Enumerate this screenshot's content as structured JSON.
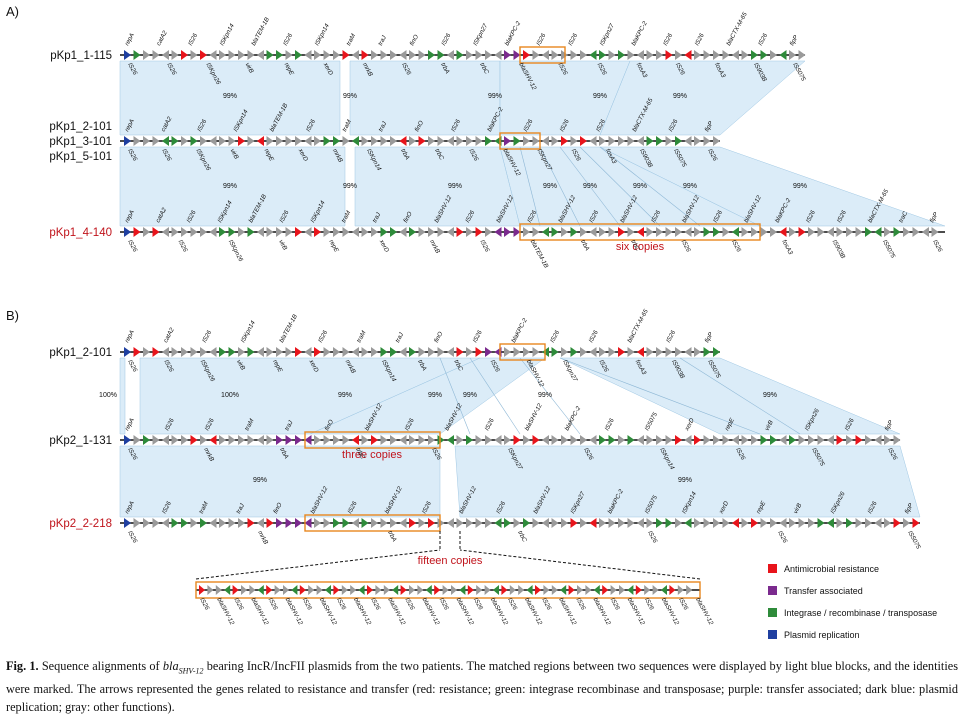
{
  "panels": {
    "a": {
      "letter": "A)",
      "tracks": [
        {
          "id": "a1",
          "names": [
            {
              "text": "pKp1_1-115",
              "red": false
            }
          ]
        },
        {
          "id": "a2",
          "names": [
            {
              "text": "pKp1_2-101",
              "red": false
            },
            {
              "text": "pKp1_3-101",
              "red": false
            },
            {
              "text": "pKp1_5-101",
              "red": false
            }
          ]
        },
        {
          "id": "a3",
          "names": [
            {
              "text": "pKp1_4-140",
              "red": true
            }
          ]
        }
      ],
      "identities": [
        "99%",
        "99%",
        "99%",
        "99%",
        "99%",
        "99%",
        "99%",
        "99%",
        "99%",
        "99%",
        "99%",
        "99%",
        "99%"
      ],
      "copies_label": "six copies",
      "gene_labels": {
        "a1_top": [
          "repA",
          "catA2",
          "IS26",
          "ISKpn14",
          "blaTEM-1B",
          "IS26",
          "ISKpn14",
          "traM",
          "traJ",
          "finO",
          "IS26",
          "ISKpn27",
          "blaKPC-2",
          "IS26",
          "IS26",
          "ISKpn27",
          "blaKPC-2",
          "IS26",
          "IS26",
          "blaCTX-M-65",
          "IS26",
          "fipP"
        ],
        "a1_bot": [
          "IS26",
          "IS26",
          "ISKpn26",
          "virB",
          "repE",
          "xerD",
          "mrkB",
          "IS26",
          "trbA",
          "trbC",
          "blaSHV-12",
          "IS26",
          "IS26",
          "fosA3",
          "IS26",
          "fosA3",
          "IS903B",
          "IS5075"
        ],
        "a2_top": [
          "repA",
          "catA2",
          "IS26",
          "ISKpn14",
          "blaTEM-1B",
          "IS26",
          "traM",
          "traJ",
          "finO",
          "IS26",
          "blaKPC-2",
          "IS26",
          "IS26",
          "IS26",
          "blaCTX-M-65",
          "IS26",
          "fipP"
        ],
        "a2_bot": [
          "IS26",
          "IS26",
          "ISKpn26",
          "virB",
          "repE",
          "xerD",
          "mrkB",
          "ISKpn14",
          "trbA",
          "trbC",
          "IS26",
          "blaSHV-12",
          "ISKpn27",
          "IS26",
          "fosA3",
          "IS903B",
          "IS5075",
          "IS26"
        ],
        "a3_top": [
          "repA",
          "catA2",
          "IS26",
          "ISKpn14",
          "blaTEM-1B",
          "IS26",
          "ISKpn14",
          "traM",
          "traJ",
          "finO",
          "blaSHV-12",
          "IS26",
          "blaSHV-12",
          "IS26",
          "blaSHV-12",
          "IS26",
          "blaSHV-12",
          "IS26",
          "blaSHV-12",
          "IS26",
          "blaSHV-12",
          "blaKPC-2",
          "IS26",
          "IS26",
          "blaCTX-M-65",
          "traC",
          "fipP"
        ],
        "a3_bot": [
          "IS26",
          "IS26",
          "ISKpn26",
          "virB",
          "repE",
          "xerD",
          "mrkB",
          "IS26",
          "blaTEM-1B",
          "trbA",
          "trbC",
          "IS26",
          "IS26",
          "fosA3",
          "IS903B",
          "IS5075",
          "IS26"
        ]
      }
    },
    "b": {
      "letter": "B)",
      "tracks": [
        {
          "id": "b1",
          "names": [
            {
              "text": "pKp1_2-101",
              "red": false
            }
          ]
        },
        {
          "id": "b2",
          "names": [
            {
              "text": "pKp2_1-131",
              "red": false
            }
          ]
        },
        {
          "id": "b3",
          "names": [
            {
              "text": "pKp2_2-218",
              "red": true
            }
          ]
        }
      ],
      "identities": [
        "100%",
        "100%",
        "99%",
        "99%",
        "99%",
        "99%",
        "99%",
        "99%",
        "99%"
      ],
      "copies_label_3": "three copies",
      "copies_label_15": "fifteen copies",
      "gene_labels": {
        "b1_top": [
          "repA",
          "catA2",
          "IS26",
          "ISKpn14",
          "blaTEM-1B",
          "IS26",
          "traM",
          "traJ",
          "finO",
          "IS26",
          "blaKPC-2",
          "IS26",
          "IS26",
          "blaCTX-M-65",
          "IS26",
          "fipP"
        ],
        "b1_bot": [
          "IS26",
          "IS26",
          "ISKpn26",
          "virB",
          "repE",
          "xerD",
          "mrkB",
          "ISKpn14",
          "trbA",
          "trbC",
          "IS26",
          "blaSHV-12",
          "ISKpn27",
          "IS26",
          "fosA3",
          "IS903B",
          "IS5075"
        ],
        "b2_top": [
          "repA",
          "IS26",
          "IS26",
          "traM",
          "traJ",
          "finO",
          "blaSHV-12",
          "IS26",
          "blaSHV-12",
          "IS26",
          "blaSHV-12",
          "blaKPC-2",
          "IS26",
          "IS5075",
          "xerD",
          "repE",
          "virB",
          "ISKpn26",
          "IS26",
          "fipP"
        ],
        "b2_bot": [
          "IS26",
          "mrkB",
          "trbA",
          "trbC",
          "IS26",
          "ISKpn27",
          "IS26",
          "ISKpn14",
          "IS26",
          "IS5075",
          "IS26"
        ],
        "b3_top": [
          "repA",
          "IS26",
          "traM",
          "traJ",
          "finO",
          "blaSHV-12",
          "IS26",
          "blaSHV-12",
          "IS26",
          "blaSHV-12",
          "IS26",
          "blaSHV-12",
          "ISKpn27",
          "blaKPC-2",
          "IS5075",
          "ISKpn14",
          "xerD",
          "repE",
          "virB",
          "ISKpn26",
          "IS26",
          "fipP"
        ],
        "b3_bot": [
          "IS26",
          "mrkB",
          "trbA",
          "trbC",
          "IS26",
          "IS26",
          "IS5075"
        ],
        "zoom_labels": [
          "IS26",
          "blaSHV-12",
          "IS26",
          "blaSHV-12",
          "IS26",
          "blaSHV-12",
          "IS26",
          "blaSHV-12",
          "IS26",
          "blaSHV-12",
          "IS26",
          "blaSHV-12",
          "IS26",
          "blaSHV-12",
          "IS26",
          "blaSHV-12",
          "IS26",
          "blaSHV-12",
          "IS26",
          "blaSHV-12",
          "IS26",
          "blaSHV-12",
          "IS26",
          "blaSHV-12",
          "IS26",
          "blaSHV-12",
          "IS26",
          "blaSHV-12",
          "IS26",
          "blaSHV-12"
        ]
      }
    }
  },
  "legend": [
    {
      "label": "Antimicrobial resistance",
      "color": "#e8141b"
    },
    {
      "label": "Transfer associated",
      "color": "#7b2a8e"
    },
    {
      "label": "Integrase / recombinase / transposase",
      "color": "#2e8b3a"
    },
    {
      "label": "Plasmid replication",
      "color": "#1f3fa0"
    }
  ],
  "caption": {
    "fig": "Fig. 1.",
    "pre": "Sequence alignments of",
    "gene": "bla",
    "gene_sub": "SHV-12",
    "post": "bearing IncR/IncFII plasmids from the two patients. The matched regions between two sequences were displayed by light blue blocks, and the identities were marked. The arrows represented the genes related to resistance and transfer (red: resistance; green: integrase recombinase and transposase; purple: transfer associated; dark blue: plasmid replication; gray: other functions)."
  },
  "colors": {
    "block": "#cfe6f6",
    "block_stroke": "#9fc7e3",
    "gray": "#9a9a9a",
    "red": "#e8141b",
    "green": "#2e8b3a",
    "purple": "#7b2a8e",
    "blue": "#1f3fa0",
    "orange": "#e8871e",
    "name_red": "#c0131b"
  }
}
